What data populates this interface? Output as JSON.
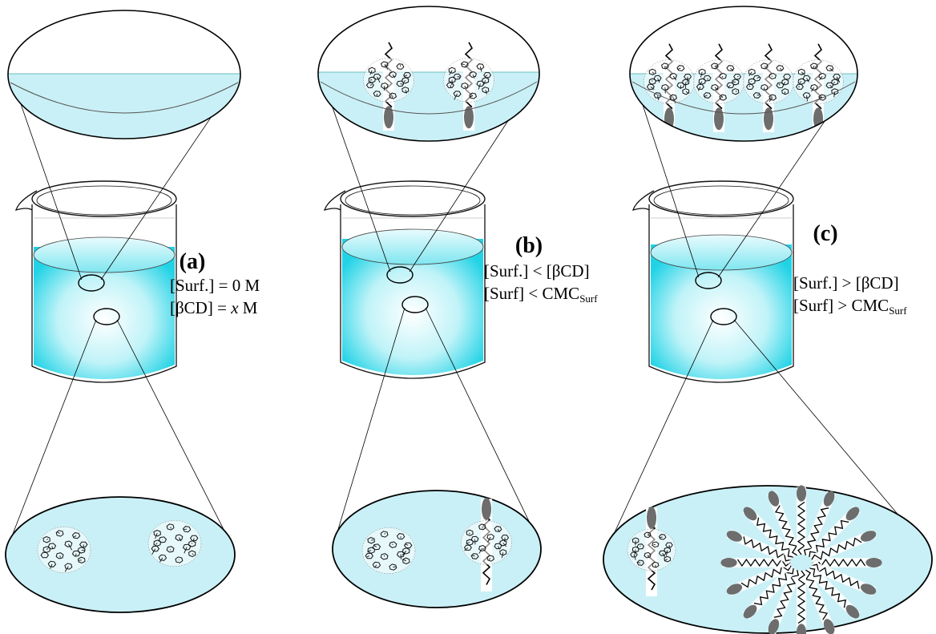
{
  "panels": [
    {
      "id": "a",
      "label": "(a)",
      "conditions": [
        {
          "parts": [
            {
              "t": "[Surf.] = 0 M"
            }
          ]
        },
        {
          "parts": [
            {
              "t": "[βCD] = "
            },
            {
              "t": "x",
              "italic": true
            },
            {
              "t": " M"
            }
          ]
        }
      ],
      "surface_view": {
        "cd_at_surface": 0
      },
      "bulk_view": {
        "free_cd": 2,
        "inclusion_complex": 0,
        "micelle": false
      }
    },
    {
      "id": "b",
      "label": "(b)",
      "conditions": [
        {
          "parts": [
            {
              "t": "[Surf.] < [βCD]"
            }
          ]
        },
        {
          "parts": [
            {
              "t": "[Surf] < CMC"
            },
            {
              "t": "Surf",
              "sub": true
            }
          ]
        }
      ],
      "surface_view": {
        "cd_at_surface": 2
      },
      "bulk_view": {
        "free_cd": 1,
        "inclusion_complex": 1,
        "micelle": false
      }
    },
    {
      "id": "c",
      "label": "(c)",
      "conditions": [
        {
          "parts": [
            {
              "t": "[Surf.] > [βCD]"
            }
          ]
        },
        {
          "parts": [
            {
              "t": "[Surf] > CMC"
            },
            {
              "t": "Surf",
              "sub": true
            }
          ]
        }
      ],
      "surface_view": {
        "cd_at_surface": 4
      },
      "bulk_view": {
        "free_cd": 0,
        "inclusion_complex": 1,
        "micelle": true,
        "micelle_arms": 16
      }
    }
  ],
  "colors": {
    "water": "#c9f0f6",
    "beaker_liquid": "#33d6e6",
    "line": "#000000",
    "surfactant_head": "#6d6d6d"
  }
}
